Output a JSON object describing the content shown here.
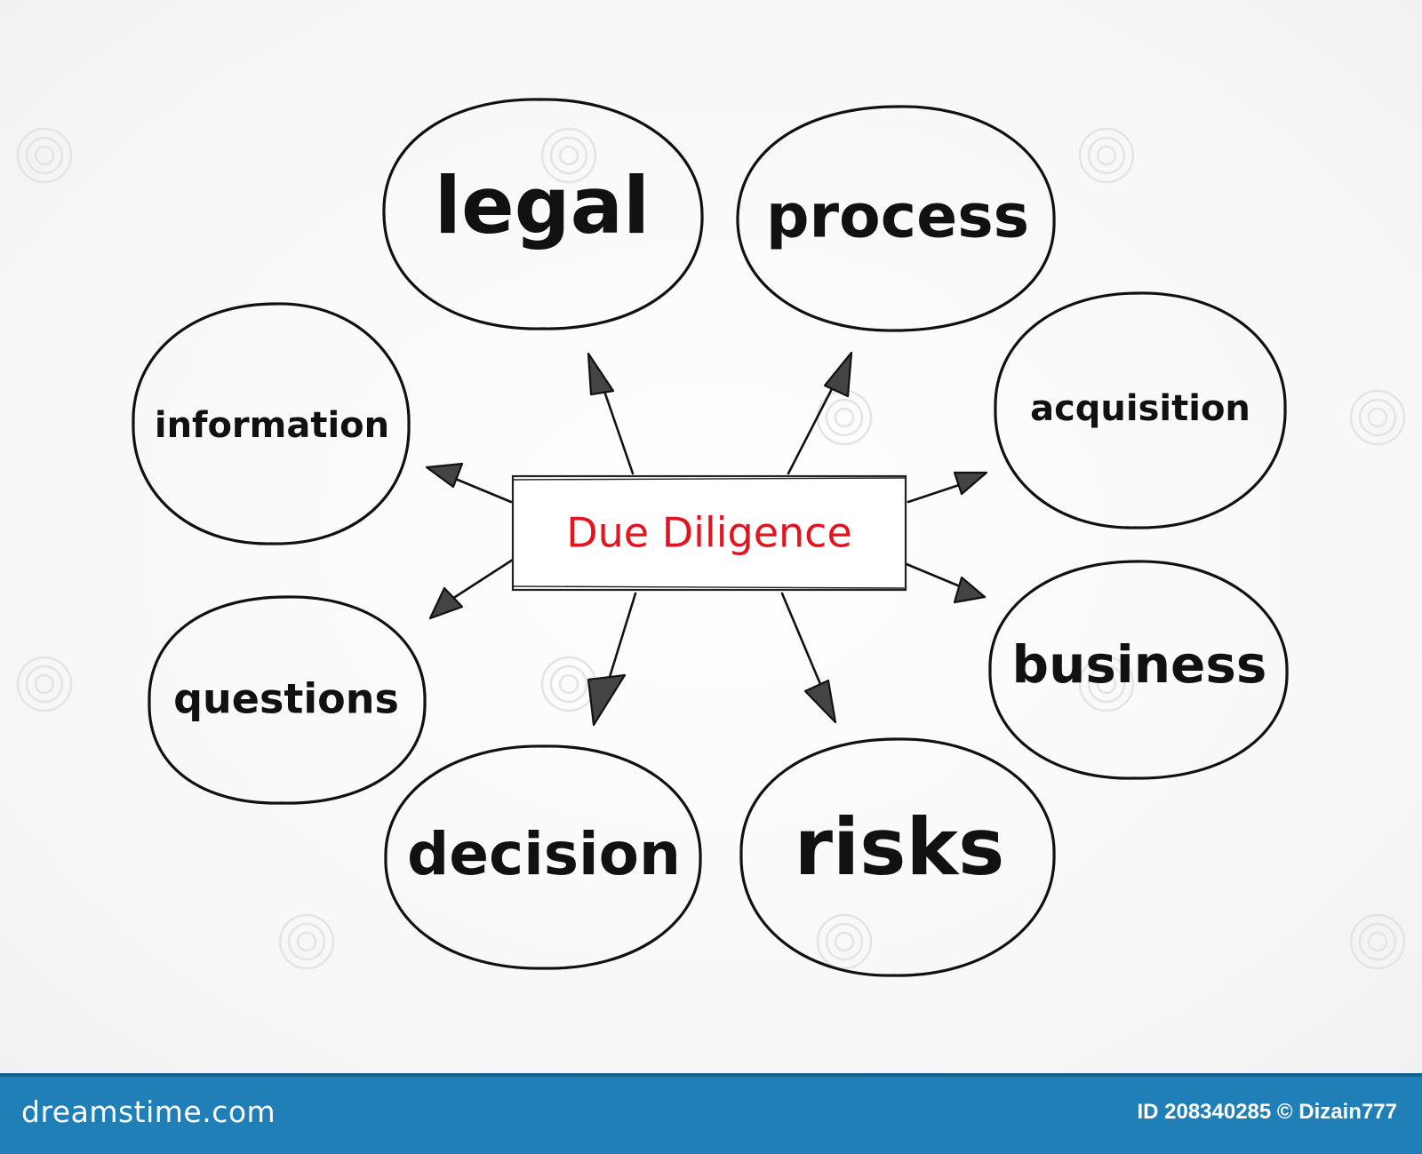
{
  "diagram": {
    "center": "Due Diligence",
    "nodes": [
      {
        "id": "legal",
        "label": "legal"
      },
      {
        "id": "process",
        "label": "process"
      },
      {
        "id": "acquisition",
        "label": "acquisition"
      },
      {
        "id": "business",
        "label": "business"
      },
      {
        "id": "risks",
        "label": "risks"
      },
      {
        "id": "decision",
        "label": "decision"
      },
      {
        "id": "questions",
        "label": "questions"
      },
      {
        "id": "information",
        "label": "information"
      }
    ],
    "colors": {
      "center_text": "#e3141f",
      "ink": "#111111",
      "footer": "#1f7fb6"
    }
  },
  "footer": {
    "site": "dreamstime.com",
    "credit": "ID 208340285 © Dizain777"
  }
}
